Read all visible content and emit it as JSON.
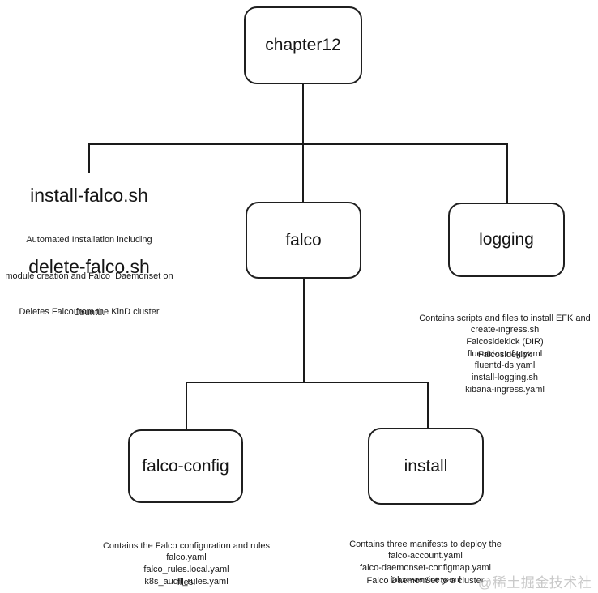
{
  "diagram": {
    "root": {
      "label": "chapter12"
    },
    "nodes": {
      "falco": {
        "label": "falco"
      },
      "logging": {
        "label": "logging"
      },
      "falco_config": {
        "label": "falco-config"
      },
      "install": {
        "label": "install"
      }
    },
    "left_scripts": {
      "script1": {
        "name": "install-falco.sh",
        "desc_lines": [
          "Automated Installation including",
          "module creation and Falco  Daemonset on",
          "Ubuntu."
        ]
      },
      "script2": {
        "name": "delete-falco.sh",
        "desc_lines": [
          "Deletes Falco from the KinD cluster"
        ]
      }
    },
    "logging_details": {
      "desc_lines": [
        "Contains scripts and files to install EFK and",
        "Falcosidekick"
      ],
      "files": [
        "create-ingress.sh",
        "Falcosidekick (DIR)",
        "fluentd-config.yaml",
        "fluentd-ds.yaml",
        "install-logging.sh",
        "kibana-ingress.yaml"
      ]
    },
    "falco_config_details": {
      "desc_lines": [
        "Contains the Falco configuration and rules",
        "files."
      ],
      "files": [
        "falco.yaml",
        "falco_rules.local.yaml",
        "k8s_audit_rules.yaml"
      ]
    },
    "install_details": {
      "desc_lines": [
        "Contains three manifests to deploy the",
        "Falco DaemonSet to a cluster"
      ],
      "files": [
        "falco-account.yaml",
        "falco-daemonset-configmap.yaml",
        "falco-service.yaml"
      ]
    },
    "watermark": "@稀土掘金技术社区",
    "colors": {
      "line": "#1a1a1a",
      "text": "#1a1a1a",
      "box_border": "#1f1f1f",
      "watermark": "#c9c9c9",
      "background": "#ffffff"
    }
  }
}
